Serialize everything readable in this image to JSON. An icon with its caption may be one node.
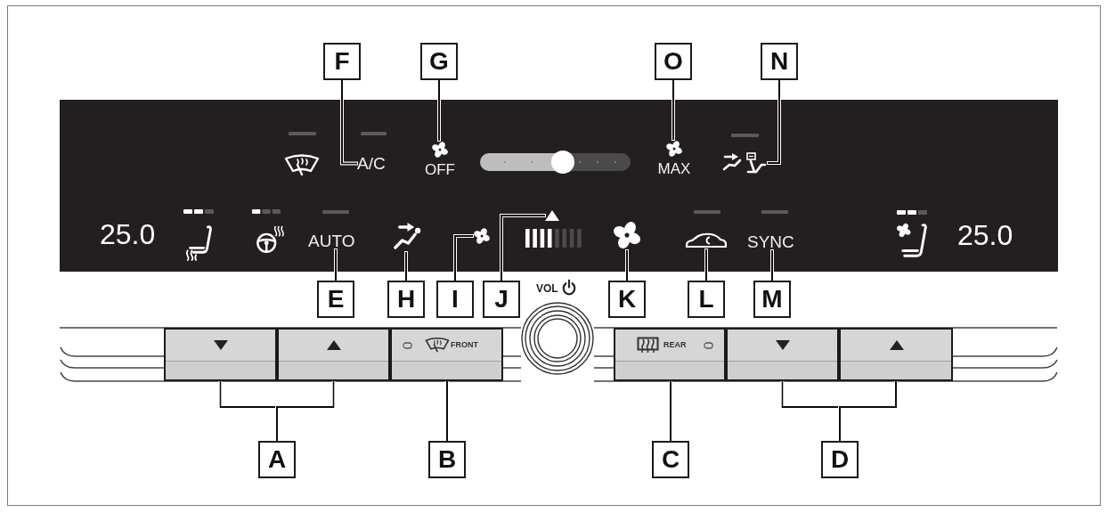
{
  "diagram": {
    "nodes": [
      {
        "text": [
          "F"
        ]
      },
      {
        "text": [
          "G"
        ]
      },
      {
        "text": [
          "O"
        ]
      },
      {
        "text": [
          "N"
        ]
      },
      {
        "text": [
          "A/C"
        ]
      },
      {
        "text": [
          "OFF"
        ]
      },
      {
        "text": [
          "MAX"
        ]
      },
      {
        "text": [],
        "shape": "picture"
      },
      {
        "text": [
          "AUTO"
        ]
      },
      {
        "text": [],
        "shape": "picture"
      },
      {
        "text": [],
        "shape": "picture"
      },
      {
        "text": [],
        "shape": "triangle"
      },
      {
        "text": [],
        "shape": "picture"
      },
      {
        "text": [],
        "shape": "picture"
      },
      {
        "text": [
          "SYNC"
        ]
      },
      {
        "text": [
          "E"
        ]
      },
      {
        "text": [
          "H"
        ]
      },
      {
        "text": [
          "I"
        ]
      },
      {
        "text": [
          "J"
        ]
      },
      {
        "text": [
          "K"
        ]
      },
      {
        "text": [
          "L"
        ]
      },
      {
        "text": [
          "M"
        ]
      },
      {
        "text": [],
        "shape": "box"
      },
      {
        "text": [],
        "shape": "box"
      },
      {
        "text": [
          "FRONT"
        ]
      },
      {
        "text": [
          "REAR"
        ]
      },
      {
        "text": [],
        "shape": "box"
      },
      {
        "text": [],
        "shape": "box"
      },
      {
        "text": [
          "A"
        ]
      },
      {
        "text": [
          "B"
        ]
      },
      {
        "text": [
          "C"
        ]
      },
      {
        "text": [
          "D"
        ]
      }
    ],
    "edges": [
      {
        "from": 0,
        "to": 4,
        "arrow": "none"
      },
      {
        "from": 1,
        "to": 5,
        "arrow": "none"
      },
      {
        "from": 2,
        "to": 6,
        "arrow": "none"
      },
      {
        "from": 3,
        "to": 7,
        "arrow": "none"
      },
      {
        "from": 15,
        "to": 8,
        "arrow": "none"
      },
      {
        "from": 16,
        "to": 9,
        "arrow": "none"
      },
      {
        "from": 17,
        "to": 10,
        "arrow": "none"
      },
      {
        "from": 18,
        "to": 11,
        "arrow": "none"
      },
      {
        "from": 19,
        "to": 12,
        "arrow": "none"
      },
      {
        "from": 20,
        "to": 13,
        "arrow": "none"
      },
      {
        "from": 21,
        "to": 14,
        "arrow": "none"
      },
      {
        "from": 28,
        "to": 22,
        "arrow": "none"
      },
      {
        "from": 28,
        "to": 23,
        "arrow": "none"
      },
      {
        "from": 29,
        "to": 24,
        "arrow": "none"
      },
      {
        "from": 30,
        "to": 25,
        "arrow": "none"
      },
      {
        "from": 31,
        "to": 26,
        "arrow": "none"
      },
      {
        "from": 31,
        "to": 27,
        "arrow": "none"
      }
    ],
    "labels": [
      "25.0",
      "25.0",
      "VOL"
    ]
  }
}
